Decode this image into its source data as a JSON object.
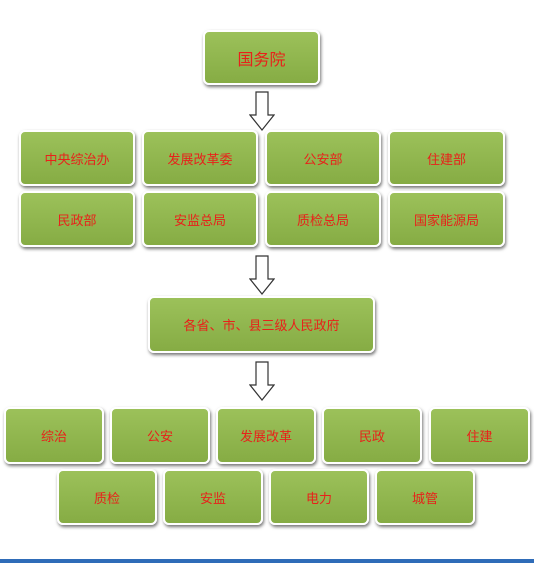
{
  "top": {
    "label": "国务院"
  },
  "ministries": [
    "中央综治办",
    "发展改革委",
    "公安部",
    "住建部",
    "民政部",
    "安监总局",
    "质检总局",
    "国家能源局"
  ],
  "local_gov": {
    "label": "各省、市、县三级人民政府"
  },
  "local_depts": [
    "综治",
    "公安",
    "发展改革",
    "民政",
    "住建",
    "质检",
    "安监",
    "电力",
    "城管"
  ]
}
